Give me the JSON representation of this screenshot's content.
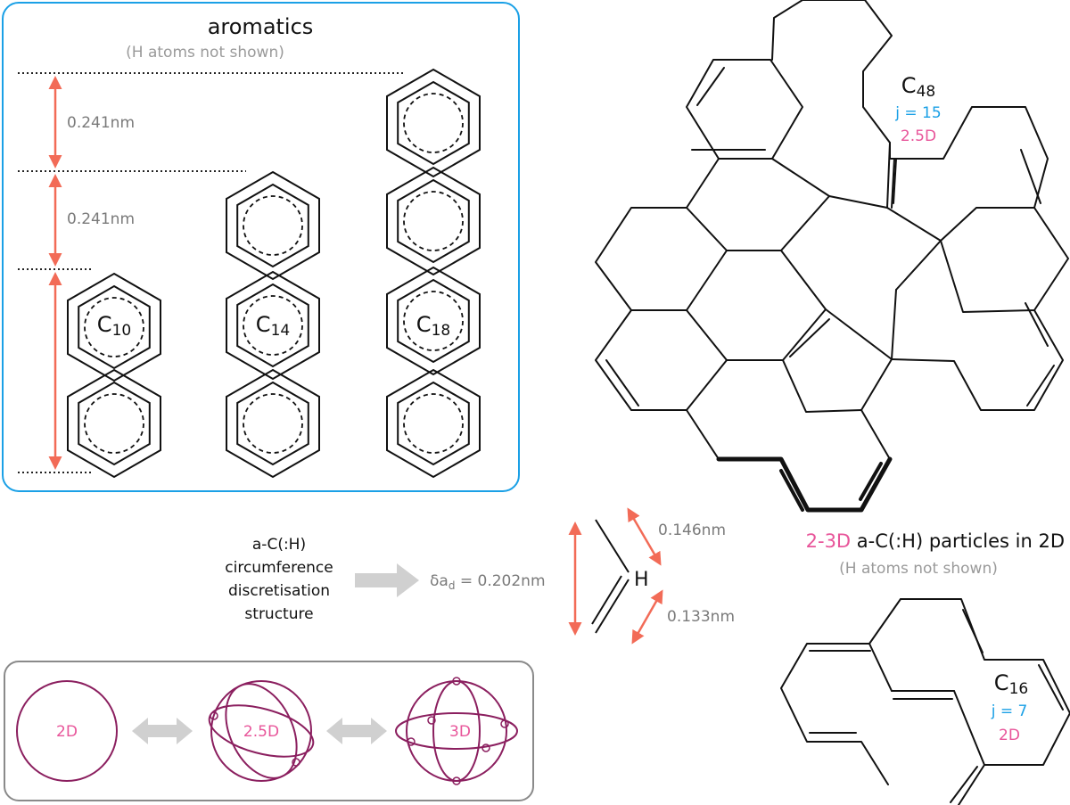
{
  "colors": {
    "box_blue": "#1aa0e6",
    "box_grey": "#8a8a8a",
    "arrow_red": "#f26b57",
    "dims_blue": "#1aa0e6",
    "dims_pink": "#e8559a",
    "sphere_purple": "#8b1f5f",
    "arrow_grey": "#cccccc"
  },
  "aromatics": {
    "title": "aromatics",
    "subtitle": "(H atoms not shown)",
    "spacing_top": "0.241nm",
    "spacing_mid": "0.241nm",
    "molecules": [
      {
        "base": "C",
        "sub": "10"
      },
      {
        "base": "C",
        "sub": "14"
      },
      {
        "base": "C",
        "sub": "18"
      }
    ]
  },
  "c48": {
    "base": "C",
    "sub": "48",
    "j": "j = 15",
    "dim": "2.5D"
  },
  "c16": {
    "base": "C",
    "sub": "16",
    "j": "j = 7",
    "dim": "2D"
  },
  "particles": {
    "prefix": "2-3D",
    "rest": " a-C(:H) particles in 2D",
    "subtitle": "(H atoms not shown)"
  },
  "discretisation": {
    "line1": "a-C(:H)",
    "line2": "circumference",
    "line3": "discretisation",
    "line4": "structure",
    "delta_symbol": "δa",
    "delta_sub": "d",
    "delta_value": " = 0.202nm",
    "h_label": "H",
    "len_single": "0.146nm",
    "len_double": "0.133nm"
  },
  "dimensions": {
    "d2": "2D",
    "d25": "2.5D",
    "d3": "3D"
  }
}
